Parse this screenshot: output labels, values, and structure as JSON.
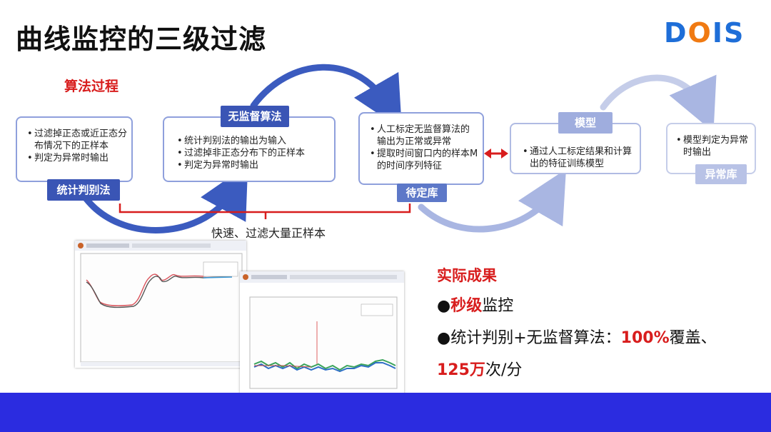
{
  "title": "曲线监控的三级过滤",
  "logo": {
    "part1": "D",
    "part2": "O",
    "part3": "IS"
  },
  "algo_label": "算法过程",
  "boxes": [
    {
      "items": [
        "过滤掉正态或近正态分布情况下的正样本",
        "判定为异常时输出"
      ],
      "tag": "统计判别法"
    },
    {
      "items": [
        "统计判别法的输出为输入",
        "过滤掉非正态分布下的正样本",
        "判定为异常时输出"
      ],
      "tag": "无监督算法"
    },
    {
      "items": [
        "人工标定无监督算法的输出为正常或异常",
        "提取时间窗口内的样本M的时间序列特征"
      ],
      "tag": "待定库"
    },
    {
      "items": [
        "通过人工标定结果和计算出的特征训练模型"
      ],
      "tag": "模型"
    },
    {
      "items": [
        "模型判定为异常时输出"
      ],
      "tag": "异常库"
    }
  ],
  "bracket_label": "快速、过滤大量正样本",
  "results": {
    "title": "实际成果",
    "line1_red": "秒级",
    "line1_rest": "监控",
    "line2_black": "统计判别+无监督算法：",
    "line2_red": "100%",
    "line2_rest": "覆盖、",
    "line3_red": "125万",
    "line3_rest": "次/分"
  },
  "colors": {
    "accent_dark": "#3a55b5",
    "accent_light": "#b8c2e6",
    "red": "#d81d1d",
    "footer": "#2b2ce0"
  }
}
